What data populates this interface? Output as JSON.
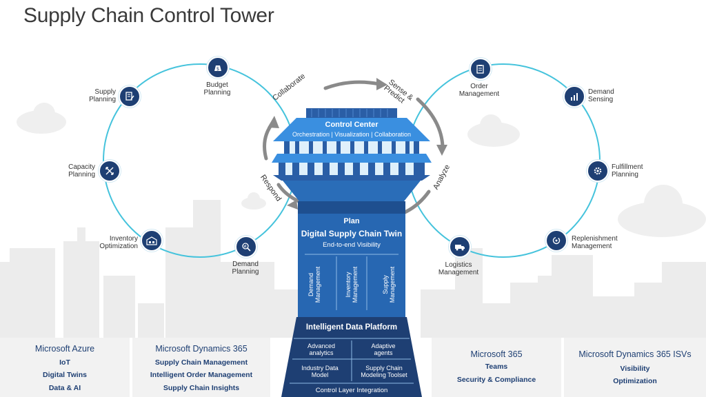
{
  "title": "Supply Chain Control Tower",
  "cycle": {
    "collaborate": "Collaborate",
    "sense_predict": "Sense &\nPredict",
    "analyze": "Analyze",
    "plan": "Plan",
    "respond": "Respond"
  },
  "left_loop": [
    {
      "id": "supply-planning",
      "label": "Supply\nPlanning",
      "icon": "document-edit-icon"
    },
    {
      "id": "budget-planning",
      "label": "Budget\nPlanning",
      "icon": "money-bag-icon"
    },
    {
      "id": "capacity-planning",
      "label": "Capacity\nPlanning",
      "icon": "arrows-expand-icon"
    },
    {
      "id": "inventory-optimization",
      "label": "Inventory\nOptimization",
      "icon": "warehouse-icon"
    },
    {
      "id": "demand-planning",
      "label": "Demand\nPlanning",
      "icon": "chart-search-icon"
    }
  ],
  "right_loop": [
    {
      "id": "order-management",
      "label": "Order\nManagement",
      "icon": "clipboard-icon"
    },
    {
      "id": "demand-sensing",
      "label": "Demand\nSensing",
      "icon": "bar-chart-icon"
    },
    {
      "id": "fulfillment-planning",
      "label": "Fulfillment\nPlanning",
      "icon": "gear-icon"
    },
    {
      "id": "replenishment-management",
      "label": "Replenishment\nManagement",
      "icon": "cycle-icon"
    },
    {
      "id": "logistics-management",
      "label": "Logistics\nManagement",
      "icon": "truck-icon"
    }
  ],
  "tower": {
    "control_center": "Control Center",
    "control_center_sub": "Orchestration | Visualization | Collaboration",
    "twin_title": "Digital Supply Chain Twin",
    "twin_sub": "End-to-end Visibility",
    "twin_columns": [
      "Demand\nManagement",
      "Inventory\nManagement",
      "Supply\nManagement"
    ],
    "platform_title": "Intelligent Data Platform",
    "platform_cells": [
      "Advanced\nanalytics",
      "Adaptive\nagents",
      "Industry Data\nModel",
      "Supply Chain\nModeling Toolset"
    ],
    "platform_footer": "Control Layer Integration"
  },
  "panels": [
    {
      "title": "Microsoft Azure",
      "items": [
        "IoT",
        "Digital Twins",
        "Data & AI"
      ]
    },
    {
      "title": "Microsoft Dynamics 365",
      "items": [
        "Supply Chain Management",
        "Intelligent Order Management",
        "Supply Chain Insights"
      ]
    },
    {
      "title": "Microsoft 365",
      "items": [
        "Teams",
        "Security & Compliance"
      ]
    },
    {
      "title": "Microsoft Dynamics 365 ISVs",
      "items": [
        "Visibility",
        "Optimization"
      ]
    }
  ],
  "colors": {
    "navy": "#1e3f73",
    "tower_blue": "#2d6fb8",
    "light_blue": "#4aa3e8",
    "loop": "#45c3dc",
    "arrow_gray": "#8a8a8a",
    "skyline": "#ececec"
  }
}
